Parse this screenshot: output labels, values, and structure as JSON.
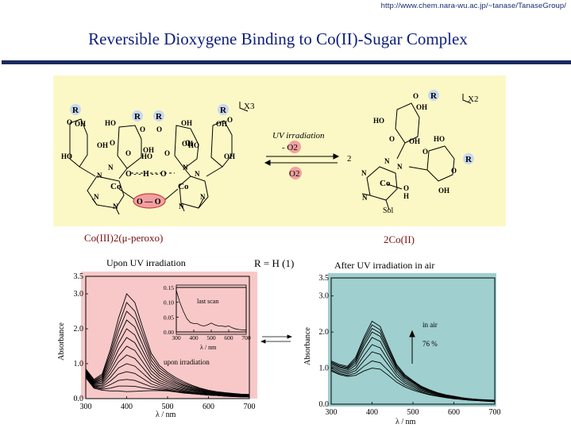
{
  "url": "http://www.chem.nara-wu.ac.jp/~tanase/TanaseGroup/",
  "title": "Reversible Dioxygene Binding to Co(II)-Sugar Complex",
  "scheme": {
    "reaction_forward": "UV irradiation",
    "loss_label": "- O2",
    "gain_label": "O2",
    "coefficient": "2",
    "left_multiplier": "X3",
    "right_multiplier": "X2",
    "left_name": "Co(III)2(μ-peroxo)",
    "right_name": "2Co(II)",
    "metal": "Co",
    "r_labels": [
      "R",
      "R",
      "R",
      "R",
      "R",
      "R"
    ],
    "peroxo": "O — O",
    "sol": "Sol",
    "bridge": "O - - H - - O"
  },
  "condition": "R = H (1)",
  "colors": {
    "left_panel": "#f8c8c8",
    "right_panel": "#9fcfcf",
    "title": "#0d1f7a",
    "scheme_bg": "#fcf8c5",
    "r_circle": "#c8d8f0",
    "o2_circle": "#f2a0a0"
  },
  "chart_data": [
    {
      "type": "line",
      "title": "Upon UV irradiation",
      "xlabel": "λ / nm",
      "ylabel": "Absorbance",
      "xlim": [
        300,
        700
      ],
      "ylim": [
        0,
        3.5
      ],
      "xticks": [
        "300",
        "400",
        "500",
        "600",
        "700"
      ],
      "yticks": [
        "0.0",
        "1.0",
        "2.0",
        "3.0",
        "3.5"
      ],
      "annotation": "upon irradiation",
      "x": [
        300,
        320,
        340,
        360,
        380,
        400,
        420,
        440,
        460,
        480,
        500,
        520,
        540,
        560,
        580,
        600,
        620,
        640,
        660,
        680,
        700
      ],
      "series": [
        {
          "values": [
            0.85,
            0.55,
            0.7,
            1.4,
            2.3,
            3.0,
            2.75,
            2.0,
            1.3,
            0.95,
            0.75,
            0.6,
            0.48,
            0.38,
            0.3,
            0.24,
            0.2,
            0.17,
            0.15,
            0.13,
            0.12
          ]
        },
        {
          "values": [
            0.82,
            0.52,
            0.66,
            1.3,
            2.1,
            2.75,
            2.5,
            1.85,
            1.2,
            0.88,
            0.7,
            0.55,
            0.44,
            0.35,
            0.28,
            0.22,
            0.18,
            0.16,
            0.14,
            0.12,
            0.11
          ]
        },
        {
          "values": [
            0.8,
            0.5,
            0.62,
            1.2,
            1.93,
            2.5,
            2.28,
            1.7,
            1.1,
            0.8,
            0.64,
            0.5,
            0.4,
            0.32,
            0.26,
            0.2,
            0.17,
            0.15,
            0.13,
            0.11,
            0.1
          ]
        },
        {
          "values": [
            0.78,
            0.48,
            0.58,
            1.1,
            1.75,
            2.25,
            2.05,
            1.52,
            1.0,
            0.73,
            0.58,
            0.46,
            0.37,
            0.3,
            0.24,
            0.19,
            0.16,
            0.14,
            0.12,
            0.1,
            0.09
          ]
        },
        {
          "values": [
            0.76,
            0.46,
            0.54,
            1.0,
            1.58,
            2.0,
            1.82,
            1.35,
            0.9,
            0.66,
            0.52,
            0.42,
            0.34,
            0.27,
            0.22,
            0.18,
            0.15,
            0.13,
            0.11,
            0.1,
            0.09
          ]
        },
        {
          "values": [
            0.74,
            0.44,
            0.5,
            0.9,
            1.4,
            1.75,
            1.6,
            1.2,
            0.8,
            0.59,
            0.47,
            0.38,
            0.31,
            0.25,
            0.2,
            0.16,
            0.14,
            0.12,
            0.1,
            0.09,
            0.08
          ]
        },
        {
          "values": [
            0.72,
            0.42,
            0.46,
            0.8,
            1.22,
            1.5,
            1.38,
            1.04,
            0.7,
            0.52,
            0.42,
            0.34,
            0.28,
            0.23,
            0.18,
            0.15,
            0.13,
            0.11,
            0.1,
            0.08,
            0.07
          ]
        },
        {
          "values": [
            0.7,
            0.4,
            0.42,
            0.7,
            1.05,
            1.25,
            1.15,
            0.88,
            0.6,
            0.46,
            0.37,
            0.3,
            0.25,
            0.2,
            0.16,
            0.14,
            0.12,
            0.1,
            0.09,
            0.08,
            0.07
          ]
        },
        {
          "values": [
            0.68,
            0.38,
            0.38,
            0.6,
            0.88,
            1.0,
            0.93,
            0.72,
            0.51,
            0.4,
            0.32,
            0.27,
            0.22,
            0.18,
            0.15,
            0.12,
            0.11,
            0.09,
            0.08,
            0.07,
            0.06
          ]
        },
        {
          "values": [
            0.66,
            0.36,
            0.34,
            0.5,
            0.7,
            0.77,
            0.72,
            0.57,
            0.42,
            0.34,
            0.28,
            0.24,
            0.2,
            0.16,
            0.13,
            0.11,
            0.1,
            0.08,
            0.07,
            0.06,
            0.06
          ]
        },
        {
          "values": [
            0.64,
            0.34,
            0.3,
            0.4,
            0.52,
            0.55,
            0.52,
            0.43,
            0.34,
            0.29,
            0.25,
            0.21,
            0.18,
            0.15,
            0.12,
            0.1,
            0.09,
            0.08,
            0.07,
            0.06,
            0.05
          ]
        },
        {
          "values": [
            0.62,
            0.32,
            0.27,
            0.3,
            0.36,
            0.36,
            0.35,
            0.31,
            0.27,
            0.25,
            0.23,
            0.2,
            0.17,
            0.14,
            0.12,
            0.1,
            0.09,
            0.07,
            0.06,
            0.05,
            0.05
          ]
        },
        {
          "values": [
            0.6,
            0.3,
            0.24,
            0.22,
            0.22,
            0.2,
            0.21,
            0.22,
            0.23,
            0.23,
            0.22,
            0.19,
            0.16,
            0.14,
            0.12,
            0.1,
            0.09,
            0.07,
            0.06,
            0.05,
            0.05
          ]
        }
      ]
    },
    {
      "type": "line",
      "title": "",
      "inset_of": "Upon UV irradiation",
      "annotation": "last scan",
      "xlabel": "λ / nm",
      "xlim": [
        300,
        700
      ],
      "ylim": [
        0,
        0.15
      ],
      "xticks": [
        "300",
        "400",
        "500",
        "600",
        "700"
      ],
      "yticks": [
        "0.00",
        "0.05",
        "0.10",
        "0.15"
      ],
      "x": [
        300,
        320,
        340,
        360,
        380,
        400,
        420,
        440,
        460,
        480,
        500,
        520,
        540,
        560,
        580,
        600,
        620,
        640,
        660,
        680,
        700
      ],
      "series": [
        {
          "values": [
            0.14,
            0.1,
            0.07,
            0.045,
            0.032,
            0.028,
            0.028,
            0.022,
            0.02,
            0.024,
            0.03,
            0.024,
            0.02,
            0.02,
            0.018,
            0.02,
            0.014,
            0.01,
            0.008,
            0.007,
            0.006
          ]
        }
      ]
    },
    {
      "type": "line",
      "title": "After UV irradiation in air",
      "xlabel": "λ / nm",
      "ylabel": "Absorbance",
      "xlim": [
        300,
        700
      ],
      "ylim": [
        0,
        3.5
      ],
      "xticks": [
        "300",
        "400",
        "500",
        "600",
        "700"
      ],
      "yticks": [
        "0.0",
        "1.0",
        "2.0",
        "3.0",
        "3.5"
      ],
      "annotations": [
        "in air",
        "76 %"
      ],
      "x": [
        300,
        320,
        340,
        360,
        380,
        400,
        420,
        440,
        460,
        480,
        500,
        520,
        540,
        560,
        580,
        600,
        620,
        640,
        660,
        680,
        700
      ],
      "series": [
        {
          "values": [
            1.2,
            1.1,
            1.05,
            1.3,
            1.85,
            2.3,
            2.15,
            1.6,
            1.1,
            0.82,
            0.65,
            0.5,
            0.4,
            0.32,
            0.26,
            0.22,
            0.18,
            0.15,
            0.13,
            0.12,
            0.11
          ]
        },
        {
          "values": [
            1.17,
            1.07,
            1.02,
            1.25,
            1.78,
            2.2,
            2.06,
            1.54,
            1.06,
            0.79,
            0.63,
            0.48,
            0.39,
            0.31,
            0.25,
            0.21,
            0.17,
            0.15,
            0.13,
            0.11,
            0.1
          ]
        },
        {
          "values": [
            1.14,
            1.04,
            0.99,
            1.2,
            1.7,
            2.1,
            1.97,
            1.48,
            1.02,
            0.76,
            0.61,
            0.47,
            0.38,
            0.3,
            0.24,
            0.2,
            0.17,
            0.14,
            0.12,
            0.11,
            0.1
          ]
        },
        {
          "values": [
            1.11,
            1.01,
            0.96,
            1.15,
            1.62,
            2.0,
            1.88,
            1.42,
            0.98,
            0.73,
            0.59,
            0.45,
            0.36,
            0.29,
            0.23,
            0.19,
            0.16,
            0.14,
            0.12,
            0.1,
            0.09
          ]
        },
        {
          "values": [
            1.07,
            0.97,
            0.92,
            1.08,
            1.5,
            1.85,
            1.74,
            1.32,
            0.92,
            0.69,
            0.55,
            0.43,
            0.35,
            0.28,
            0.22,
            0.18,
            0.15,
            0.13,
            0.11,
            0.1,
            0.09
          ]
        },
        {
          "values": [
            1.03,
            0.93,
            0.88,
            1.0,
            1.35,
            1.65,
            1.56,
            1.2,
            0.85,
            0.64,
            0.51,
            0.4,
            0.33,
            0.26,
            0.21,
            0.17,
            0.15,
            0.13,
            0.11,
            0.09,
            0.08
          ]
        },
        {
          "values": [
            0.99,
            0.89,
            0.84,
            0.93,
            1.2,
            1.45,
            1.38,
            1.08,
            0.78,
            0.59,
            0.47,
            0.37,
            0.31,
            0.25,
            0.2,
            0.17,
            0.14,
            0.12,
            0.1,
            0.09,
            0.08
          ]
        },
        {
          "values": [
            0.95,
            0.85,
            0.8,
            0.86,
            1.05,
            1.2,
            1.15,
            0.93,
            0.69,
            0.53,
            0.43,
            0.34,
            0.28,
            0.23,
            0.19,
            0.16,
            0.13,
            0.11,
            0.1,
            0.09,
            0.08
          ]
        },
        {
          "values": [
            0.92,
            0.82,
            0.77,
            0.8,
            0.92,
            1.0,
            0.97,
            0.8,
            0.61,
            0.48,
            0.39,
            0.32,
            0.26,
            0.22,
            0.18,
            0.15,
            0.13,
            0.11,
            0.1,
            0.08,
            0.07
          ]
        }
      ]
    }
  ]
}
